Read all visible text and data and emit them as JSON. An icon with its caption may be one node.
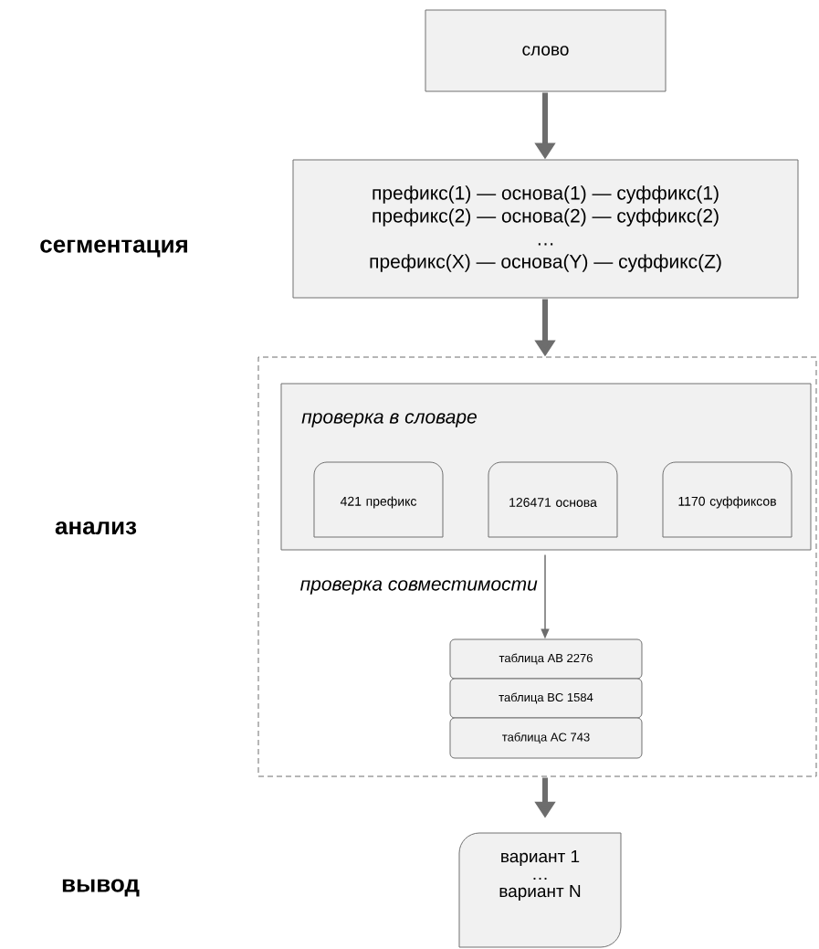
{
  "diagram": {
    "nodes": [
      {
        "text": [
          "слово"
        ]
      },
      {
        "text": [
          "префикс(1) — основа(1) — суффикс(1)",
          "префикс(2) — основа(2) — суффикс(2)",
          "…",
          "префикс(X) — основа(Y) — суффикс(Z)"
        ]
      },
      {
        "text": [],
        "shape": "box"
      },
      {
        "text": [
          "проверка в словаре"
        ],
        "in": 2
      },
      {
        "text": [
          "421 префикс"
        ],
        "in": 3
      },
      {
        "text": [
          "126471 основа"
        ],
        "in": 3
      },
      {
        "text": [
          "1170 суффиксов"
        ],
        "in": 3
      },
      {
        "text": [
          "таблица AB 2276"
        ],
        "in": 2
      },
      {
        "text": [
          "таблица BC 1584"
        ],
        "in": 2
      },
      {
        "text": [
          "таблица AC 743"
        ],
        "in": 2
      },
      {
        "text": [
          "вариант 1",
          "…",
          "вариант N"
        ]
      }
    ],
    "edges": [
      {
        "from": 0,
        "to": 1,
        "arrow": "to"
      },
      {
        "from": 1,
        "to": 2,
        "arrow": "to"
      },
      {
        "from": 3,
        "to": 7,
        "arrow": "to",
        "label": "проверка совместимости"
      },
      {
        "from": 2,
        "to": 10,
        "arrow": "to"
      }
    ],
    "labels": [
      "сегментация",
      "анализ",
      "вывод"
    ]
  }
}
